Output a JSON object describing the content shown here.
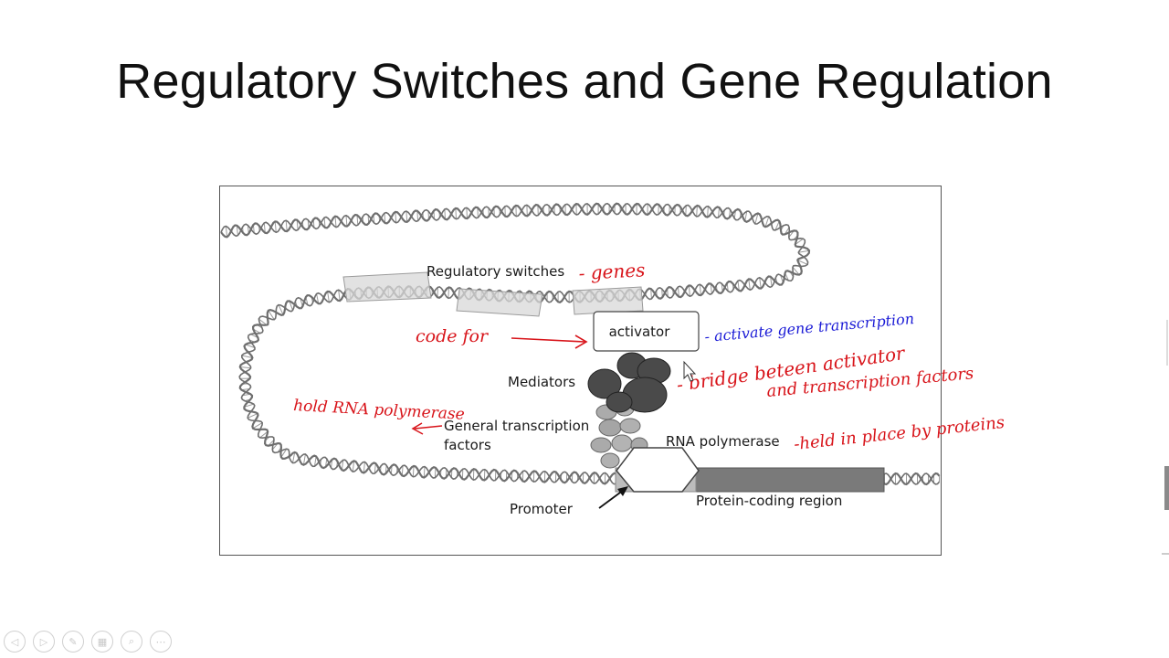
{
  "slide": {
    "title": "Regulatory Switches and Gene Regulation"
  },
  "diagram": {
    "labels": {
      "regulatory_switches": "Regulatory switches",
      "activator": "activator",
      "mediators": "Mediators",
      "general_transcription_line1": "General transcription",
      "general_transcription_line2": "factors",
      "rna_polymerase": "RNA polymerase",
      "promoter": "Promoter",
      "protein_coding_region": "Protein-coding region"
    },
    "annotations": {
      "genes": "- genes",
      "code_for": "code for",
      "activate_gene_transcription": "- activate gene transcription",
      "bridge_line1": "- bridge beteen activator",
      "bridge_line2": "and transcription factors",
      "hold_rna_polymerase": "hold RNA polymerase",
      "held_in_place": "-held in place by proteins"
    },
    "colors": {
      "annotation_red": "#d8141a",
      "annotation_blue": "#1b1bd6",
      "dna": "#6f6f6f",
      "mediator": "#4a4a4a",
      "transcription_factor": "#a9a9a9",
      "coding_region": "#7a7a7a"
    }
  },
  "toolbar": {
    "buttons": [
      {
        "name": "previous-slide-icon",
        "glyph": "◁"
      },
      {
        "name": "next-slide-icon",
        "glyph": "▷"
      },
      {
        "name": "pen-icon",
        "glyph": "✎"
      },
      {
        "name": "slides-grid-icon",
        "glyph": "▦"
      },
      {
        "name": "zoom-icon",
        "glyph": "⌕"
      },
      {
        "name": "more-options-icon",
        "glyph": "⋯"
      }
    ]
  }
}
